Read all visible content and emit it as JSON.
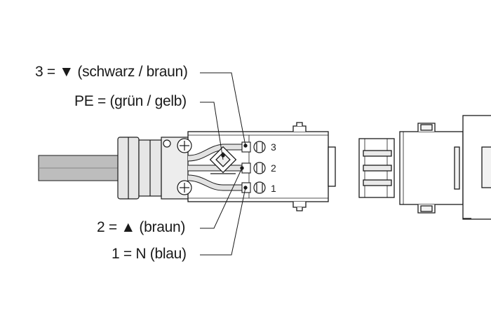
{
  "labels": {
    "l3": "3 = ▼ (schwarz / braun)",
    "pe": "PE = (grün / gelb)",
    "l2": "2 = ▲ (braun)",
    "l1": "1 = N (blau)"
  },
  "terminals": [
    "3",
    "2",
    "1"
  ],
  "colors": {
    "line": "#1a1a1a",
    "cable": "#bdbdbd",
    "wire": "#d4d4d4",
    "background": "#ffffff"
  }
}
